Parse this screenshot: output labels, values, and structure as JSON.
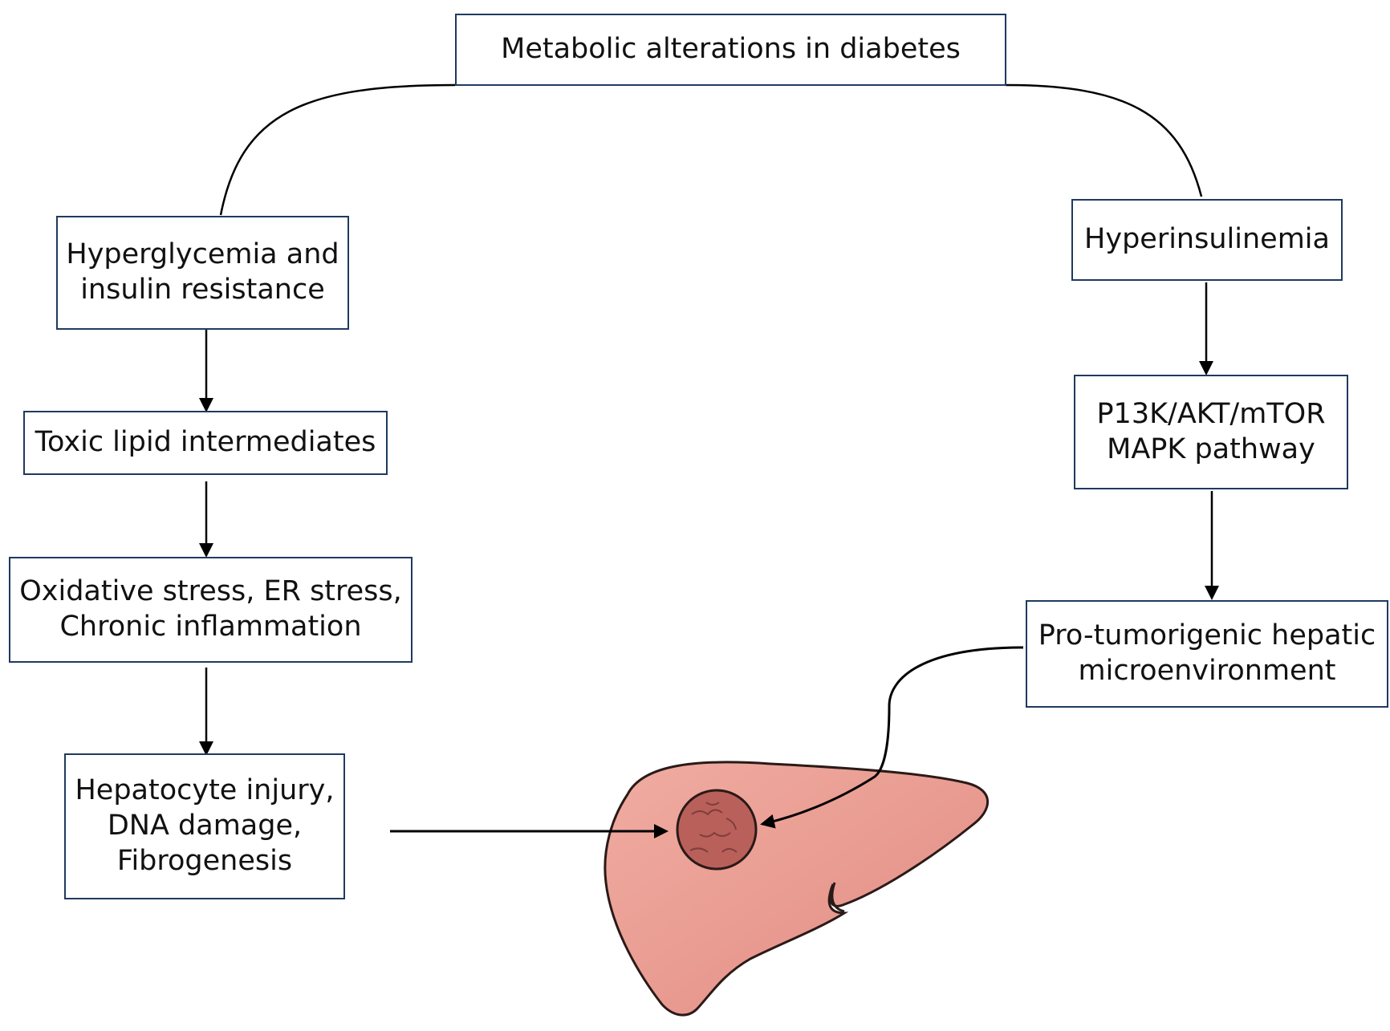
{
  "diagram": {
    "nodes": {
      "metabolic": "Metabolic alterations in diabetes",
      "hyperglycemia": "Hyperglycemia and\ninsulin resistance",
      "toxic_lipid": "Toxic lipid intermediates",
      "oxidative": "Oxidative stress, ER stress,\nChronic inflammation",
      "hepatocyte": "Hepatocyte injury,\nDNA damage,\nFibrogenesis",
      "hyperinsulinemia": "Hyperinsulinemia",
      "pathway": "P13K/AKT/mTOR\nMAPK pathway",
      "microenvironment": "Pro-tumorigenic hepatic\nmicroenvironment"
    },
    "colors": {
      "box_border": "#1f3a5f",
      "liver_fill": "#e8998f",
      "tumor_fill": "#b9605a"
    },
    "icons": [
      "liver-icon",
      "tumor-icon"
    ]
  }
}
